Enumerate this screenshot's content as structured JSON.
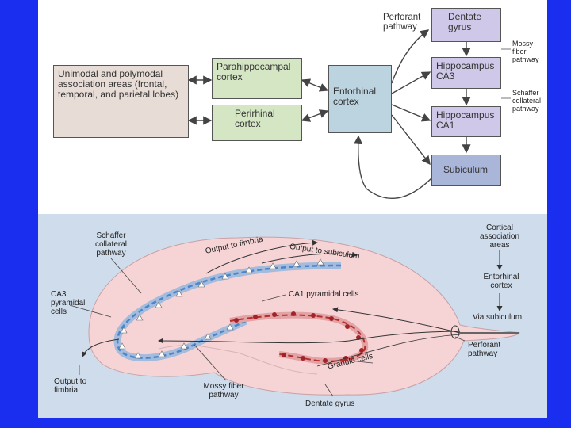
{
  "colors": {
    "slide_blue": "#1a2ef0",
    "box_tan": "#e8dcd6",
    "box_green": "#d5e6c4",
    "box_blue": "#bcd3e0",
    "box_lavender": "#cfc8e8",
    "box_slate": "#aab6d9",
    "tissue_pink": "#f6d4d6",
    "panel_blue": "#cfdceb",
    "ca_blue": "#4a86c9",
    "dentate_red": "#b52d2d"
  },
  "top": {
    "association": "Unimodal and polymodal association areas (frontal, temporal, and parietal lobes)",
    "parahippocampal": "Parahippocampal cortex",
    "perirhinal": "Perirhinal cortex",
    "entorhinal": "Entorhinal cortex",
    "perforant": "Perforant pathway",
    "dentate": "Dentate gyrus",
    "mossy": "Mossy fiber pathway",
    "ca3": "Hippocampus CA3",
    "schaffer": "Schaffer collateral pathway",
    "ca1": "Hippocampus CA1",
    "subiculum": "Subiculum"
  },
  "bottom": {
    "output_fimbria_top": "Output to fimbria",
    "output_subiculum": "Output to subiculum",
    "schaffer": "Schaffer collateral pathway",
    "ca3_cells": "CA3 pyramidal cells",
    "ca1_cells": "CA1 pyramidal cells",
    "output_fimbria_bottom": "Output to fimbria",
    "mossy": "Mossy fiber pathway",
    "granule": "Granule cells",
    "dentate": "Dentate gyrus",
    "cortical": "Cortical association areas",
    "entorhinal": "Entorhinal cortex",
    "via_subiculum": "Via subiculum",
    "perforant": "Perforant pathway"
  }
}
